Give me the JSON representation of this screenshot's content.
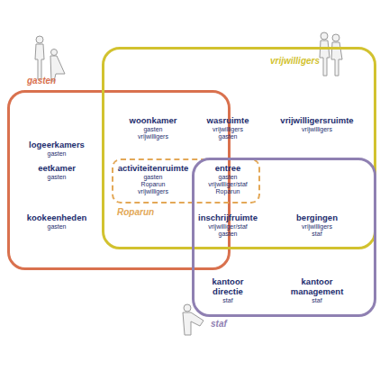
{
  "diagram": {
    "nodes": [
      {
        "text": [
          "gasten"
        ]
      },
      {
        "text": [
          "vrijwilligers"
        ]
      },
      {
        "text": [
          "staf"
        ]
      },
      {
        "text": [
          "Roparun"
        ],
        "in": 1
      }
    ],
    "labels": [
      "logeerkamers",
      "gasten",
      "woonkamer",
      "gasten vrijwilligers",
      "wasruimte",
      "vrijwilligers gasten",
      "vrijwilligersruimte",
      "vrijwilligers",
      "eetkamer",
      "gasten",
      "activiteitenruimte",
      "gasten Roparun vrijwilligers",
      "entree",
      "gasten vrijwilliger/staf Roparun",
      "kookeenheden",
      "gasten",
      "inschrijfruimte",
      "vrijwilliger/staf gasten",
      "bergingen",
      "vrijwilligers staf",
      "kantoor directie",
      "staf",
      "kantoor management",
      "staf"
    ]
  }
}
